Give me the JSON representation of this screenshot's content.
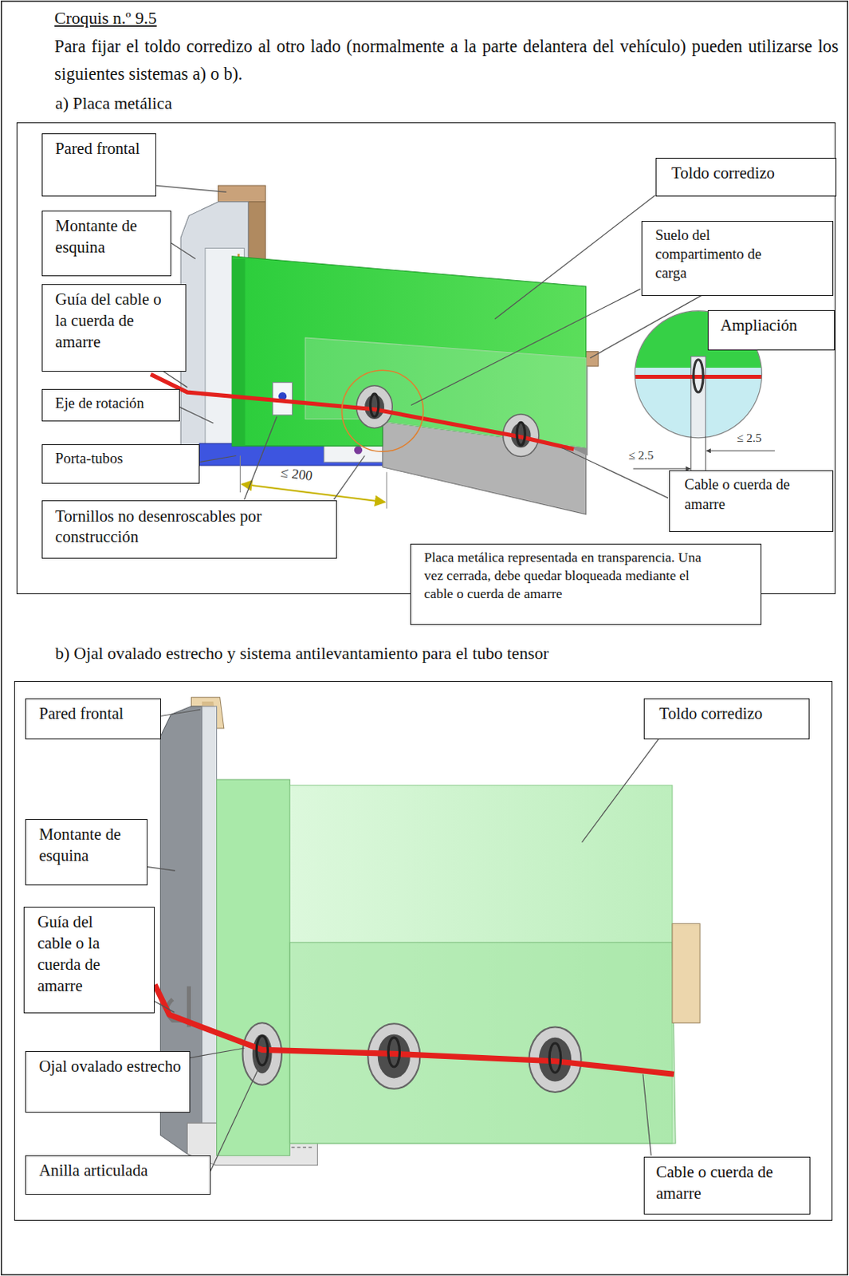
{
  "diagram": {
    "title": "Croquis n.º 9.5",
    "nodes": [
      {
        "text": [
          "a) Placa metálica"
        ]
      },
      {
        "text": [
          "Pared frontal"
        ],
        "in": 0
      },
      {
        "text": [
          "Toldo corredizo"
        ],
        "in": 0
      },
      {
        "text": [
          "Montante de esquina"
        ],
        "in": 0
      },
      {
        "text": [
          "Suelo del compartimento de carga"
        ],
        "in": 0
      },
      {
        "text": [
          "Guía del cable o la cuerda de amarre"
        ],
        "in": 0
      },
      {
        "text": [
          "Ampliación"
        ],
        "in": 0
      },
      {
        "text": [
          "Eje de rotación"
        ],
        "in": 0
      },
      {
        "text": [
          "Porta-tubos"
        ],
        "in": 0
      },
      {
        "text": [
          "Cable o cuerda de amarre"
        ],
        "in": 0
      },
      {
        "text": [
          "Tornillos no desenroscables por construcción"
        ],
        "in": 0
      },
      {
        "text": [
          "Placa metálica representada en transparencia. Una vez cerrada, debe quedar bloqueada mediante el cable o cuerda de amarre"
        ],
        "in": 0
      },
      {
        "text": [
          "b) Ojal ovalado estrecho y sistema antilevantamiento para el tubo tensor"
        ]
      },
      {
        "text": [
          "Pared frontal"
        ],
        "in": 12
      },
      {
        "text": [
          "Toldo corredizo"
        ],
        "in": 12
      },
      {
        "text": [
          "Montante de esquina"
        ],
        "in": 12
      },
      {
        "text": [
          "Guía del cable o la cuerda de amarre"
        ],
        "in": 12
      },
      {
        "text": [
          "Ojal ovalado estrecho"
        ],
        "in": 12
      },
      {
        "text": [
          "Cable o cuerda de amarre"
        ],
        "in": 12
      },
      {
        "text": [
          "Anilla articulada"
        ],
        "in": 12
      }
    ],
    "labels": [
      "Para fijar el toldo corredizo al otro lado (normalmente a la parte delantera del vehículo) pueden utilizarse los siguientes sistemas a) o b).",
      "≤ 200",
      "≤ 2.5",
      "≤ 2.5"
    ]
  }
}
